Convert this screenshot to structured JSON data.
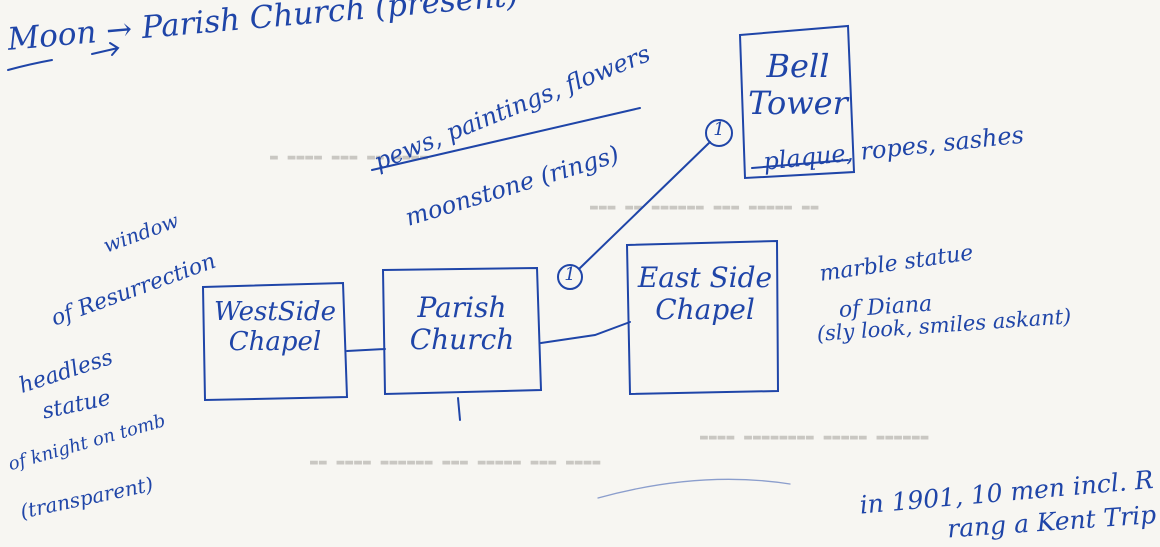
{
  "heading": "Moon → Parish Church (present)",
  "nodes": {
    "west": {
      "line1": "WestSide",
      "line2": "Chapel"
    },
    "parish": {
      "line1": "Parish",
      "line2": "Church"
    },
    "east": {
      "line1": "East Side",
      "line2": "Chapel"
    },
    "bell": {
      "line1": "Bell",
      "line2": "Tower"
    }
  },
  "markers": {
    "parish_marker": "1",
    "bell_marker": "1"
  },
  "notes": {
    "pews_line1": "pews, paintings, flowers",
    "pews_line2": "moonstone (rings)",
    "bell_note": "plaque, ropes, sashes",
    "window_line1": "window",
    "window_line2": "of Resurrection",
    "headless_line1": "headless",
    "headless_line2": "statue",
    "headless_line3": "of knight on tomb",
    "headless_line4": "(transparent)",
    "marble_line1": "marble statue",
    "marble_line2": "of Diana",
    "marble_line3": "(sly look, smiles askant)",
    "bottom_line1": "in 1901, 10 men incl. R",
    "bottom_line2": "rang a Kent Trip"
  }
}
